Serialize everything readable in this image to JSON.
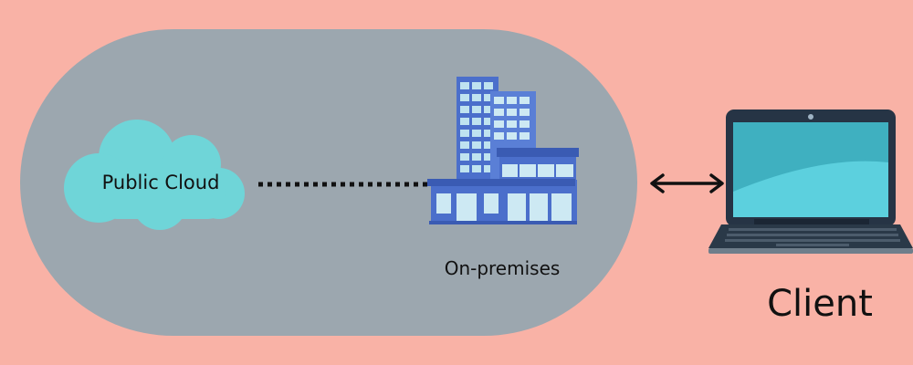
{
  "diagram": {
    "cloud": {
      "label": "Public Cloud",
      "icon": "cloud-icon",
      "color": "#6fd5d8"
    },
    "building": {
      "label": "On-premises",
      "icon": "office-building-icon",
      "color": "#4b6fcb"
    },
    "client": {
      "label": "Client",
      "icon": "laptop-icon",
      "color": "#263445"
    },
    "colors": {
      "background": "#f9b2a6",
      "enclosure": "#9ca7af",
      "screen": "#56c7d6",
      "connector": "#111111"
    }
  }
}
